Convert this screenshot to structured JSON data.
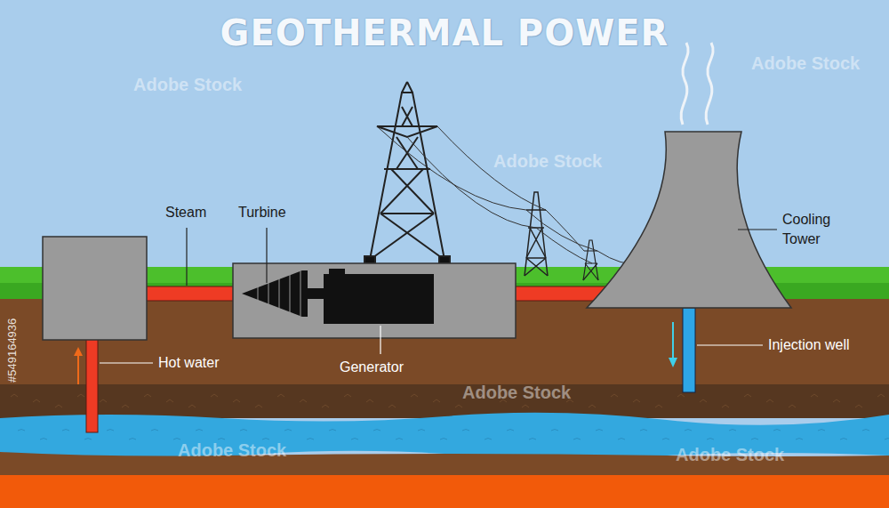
{
  "diagram": {
    "title": "GEOTHERMAL POWER",
    "labels": [
      "Steam",
      "Turbine",
      "Hot water",
      "Generator",
      "Cooling Tower",
      "Injection well",
      "Adobe Stock",
      "Adobe Stock",
      "Adobe Stock",
      "Adobe Stock",
      "Adobe Stock",
      "Adobe Stock",
      "#549164936"
    ]
  }
}
